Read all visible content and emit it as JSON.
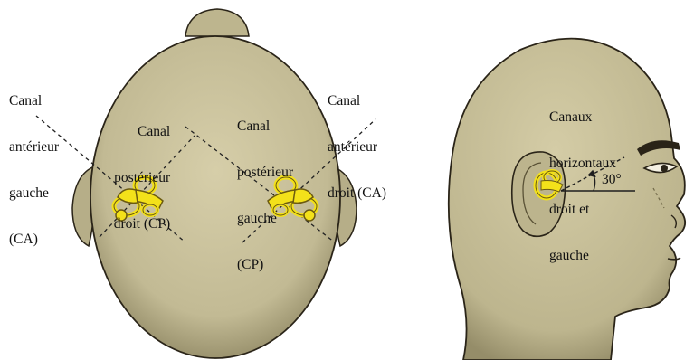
{
  "labels": {
    "left_anterior": [
      "Canal",
      "antérieur",
      "gauche",
      "(CA)"
    ],
    "right_posterior": [
      "Canal",
      "postérieur",
      "droit (CP)"
    ],
    "left_posterior": [
      "Canal",
      "postérieur",
      "gauche",
      "(CP)"
    ],
    "right_anterior": [
      "Canal",
      "antérieur",
      "droit (CA)"
    ],
    "horizontal": [
      "Canaux",
      "horizontaux",
      "droit et",
      "gauche"
    ],
    "angle": "30°"
  },
  "colors": {
    "skin": "#c9c19c",
    "skin_shadow": "#9c9470",
    "outline": "#2a2418",
    "canal_yellow": "#f3e11a",
    "canal_stroke": "#6b5a10",
    "dashed_line": "#222222"
  }
}
